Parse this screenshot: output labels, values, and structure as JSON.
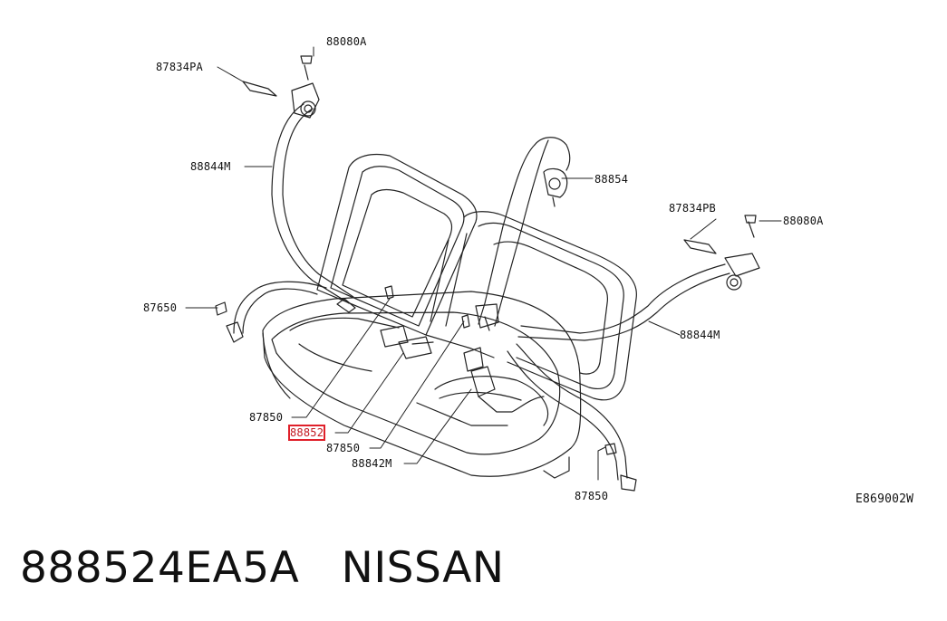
{
  "diagram": {
    "code": "E869002W",
    "labels": {
      "bolt_top": "88080A",
      "cover_left": "87834PA",
      "belt_left": "88844M",
      "retractor_center": "88854",
      "cover_right": "87834PB",
      "bolt_right": "88080A",
      "belt_right": "88844M",
      "bolt_left_anchor": "87650",
      "bolt_center_1": "87850",
      "buckle_highlight": "88852",
      "bolt_center_2": "87850",
      "buckle_center": "88842M",
      "bolt_right_anchor": "87850"
    }
  },
  "footer": {
    "part_number": "888524EA5A",
    "brand": "NISSAN"
  },
  "colors": {
    "highlight": "#e0202a",
    "line": "#222222"
  }
}
